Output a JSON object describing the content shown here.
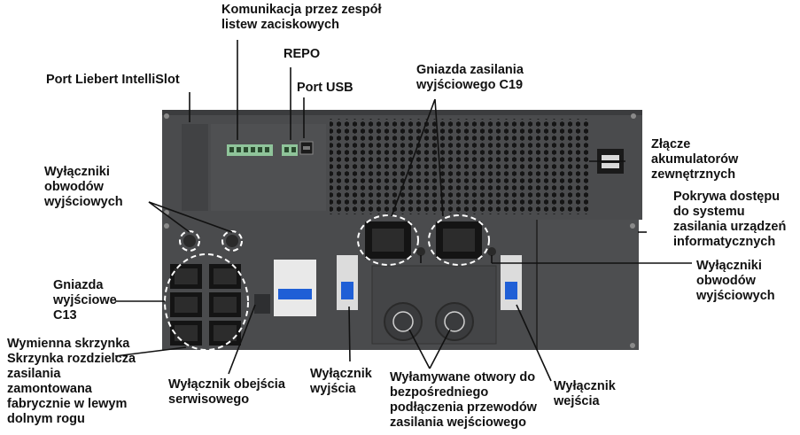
{
  "labels": {
    "terminal_comm": "Komunikacja przez zespół\nlistew zaciskowych",
    "repo": "REPO",
    "intellislot": "Port Liebert IntelliSlot",
    "usb": "Port USB",
    "c19": "Gniazda zasilania\nwyjściowego C19",
    "battery": "Złącze\nakumulatorów\nzewnętrznych",
    "cover": "Pokrywa dostępu\ndo systemu\nzasilania urządzeń\ninformatycznych",
    "breakers_left": "Wyłączniki\nobwodów\nwyjściowych",
    "breakers_right": "Wyłączniki\nobwodów\nwyjściowych",
    "c13": "Gniazda\nwyjściowe\nC13",
    "pdu_box": "Wymienna skrzynka\nSkrzynka rozdzielcza\nzasilania\nzamontowana\nfabrycznie w lewym\ndolnym rogu",
    "bypass_switch": "Wyłącznik obejścia\nserwisowego",
    "output_switch": "Wyłącznik\nwyjścia",
    "knockouts": "Wyłamywane otwory do\nbezpośredniego\npodłączenia przewodów\nzasilania wejściowego",
    "input_switch": "Wyłącznik\nwejścia"
  },
  "colors": {
    "panel": "#4a4b4d",
    "panel_dark": "#2e2f31",
    "terminal_green": "#8fc49a",
    "breaker_blue": "#1f5fd6",
    "outlet": "#141414",
    "callout": "#111111",
    "dash": "#ffffff"
  },
  "icons": [
    "usb-port-icon",
    "terminal-block-icon",
    "outlet-c13-icon",
    "outlet-c19-icon",
    "breaker-icon",
    "knockout-icon",
    "battery-connector-icon"
  ]
}
